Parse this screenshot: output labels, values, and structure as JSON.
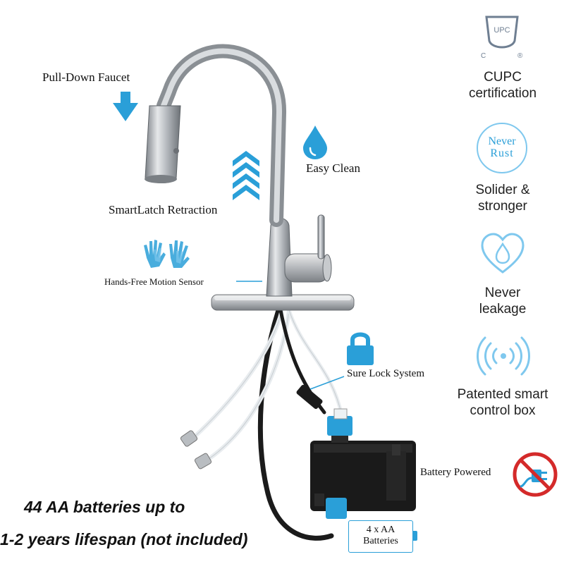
{
  "features": {
    "pull_down": "Pull-Down Faucet",
    "smartlatch": "SmartLatch Retraction",
    "easy_clean": "Easy Clean",
    "hands_free": "Hands-Free Motion Sensor",
    "sure_lock": "Sure Lock System",
    "battery_powered": "Battery Powered",
    "battery_box_line1": "4 x AA",
    "battery_box_line2": "Batteries"
  },
  "right_column": {
    "cupc_badge_top": "UPC",
    "cupc_badge_c": "C",
    "cupc_badge_r": "®",
    "cupc_line1": "CUPC",
    "cupc_line2": "certification",
    "never_rust_line1": "Never",
    "never_rust_line2": "Rust",
    "solid_line1": "Solider &",
    "solid_line2": "stronger",
    "leak_line1": "Never",
    "leak_line2": "leakage",
    "control_line1": "Patented smart",
    "control_line2": "control box"
  },
  "bottom": {
    "line1": "44 AA batteries up to",
    "line2": "1-2 years lifespan (not included)"
  },
  "colors": {
    "accent_blue": "#2a9fd8",
    "light_blue": "#7fc8ee",
    "chrome": "#a9adb2",
    "badge_gray": "#6f7f92",
    "no_sign_red": "#d42a2a"
  },
  "icons": [
    "down-arrow-icon",
    "chevron-up-arrows-icon",
    "water-drop-icon",
    "hands-icon",
    "padlock-icon",
    "cupc-badge-icon",
    "never-rust-badge-icon",
    "heart-drop-icon",
    "wireless-signal-icon",
    "no-plug-icon"
  ]
}
